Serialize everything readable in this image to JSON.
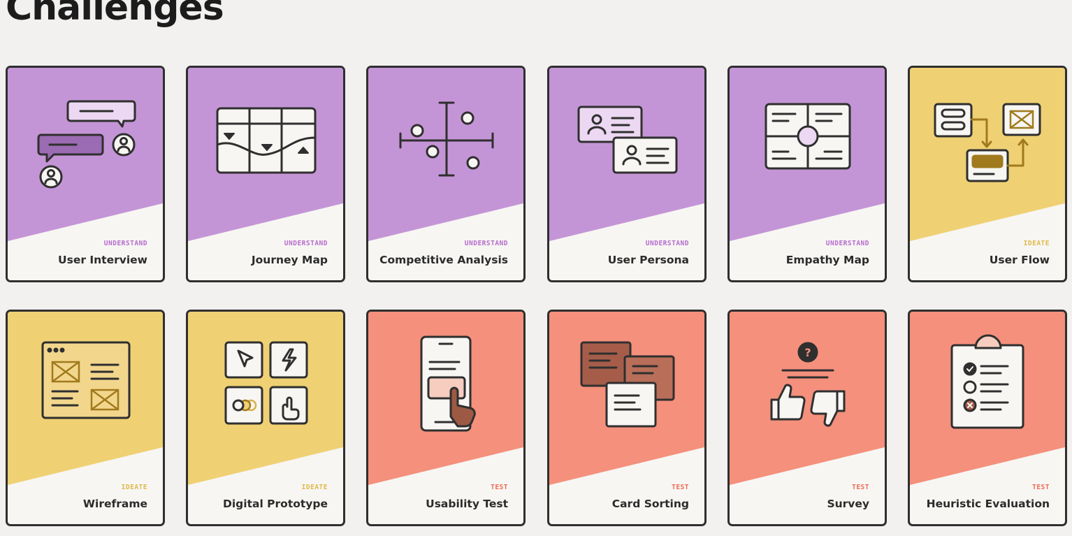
{
  "page_title": "Challenges",
  "categories": {
    "understand": {
      "label": "UNDERSTAND",
      "color": "#c495d6",
      "text_color": "#b66ccc"
    },
    "ideate": {
      "label": "IDEATE",
      "color": "#efd073",
      "text_color": "#e0b94a"
    },
    "test": {
      "label": "TEST",
      "color": "#f4907c",
      "text_color": "#ee6a52"
    }
  },
  "cards": [
    {
      "title": "User Interview",
      "category": "UNDERSTAND",
      "icon": "user-interview-icon"
    },
    {
      "title": "Journey Map",
      "category": "UNDERSTAND",
      "icon": "journey-map-icon"
    },
    {
      "title": "Competitive Analysis",
      "category": "UNDERSTAND",
      "icon": "competitive-analysis-icon"
    },
    {
      "title": "User Persona",
      "category": "UNDERSTAND",
      "icon": "user-persona-icon"
    },
    {
      "title": "Empathy Map",
      "category": "UNDERSTAND",
      "icon": "empathy-map-icon"
    },
    {
      "title": "User Flow",
      "category": "IDEATE",
      "icon": "user-flow-icon"
    },
    {
      "title": "Wireframe",
      "category": "IDEATE",
      "icon": "wireframe-icon"
    },
    {
      "title": "Digital Prototype",
      "category": "IDEATE",
      "icon": "digital-prototype-icon"
    },
    {
      "title": "Usability Test",
      "category": "TEST",
      "icon": "usability-test-icon"
    },
    {
      "title": "Card Sorting",
      "category": "TEST",
      "icon": "card-sorting-icon"
    },
    {
      "title": "Survey",
      "category": "TEST",
      "icon": "survey-icon"
    },
    {
      "title": "Heuristic Evaluation",
      "category": "TEST",
      "icon": "heuristic-evaluation-icon"
    }
  ]
}
